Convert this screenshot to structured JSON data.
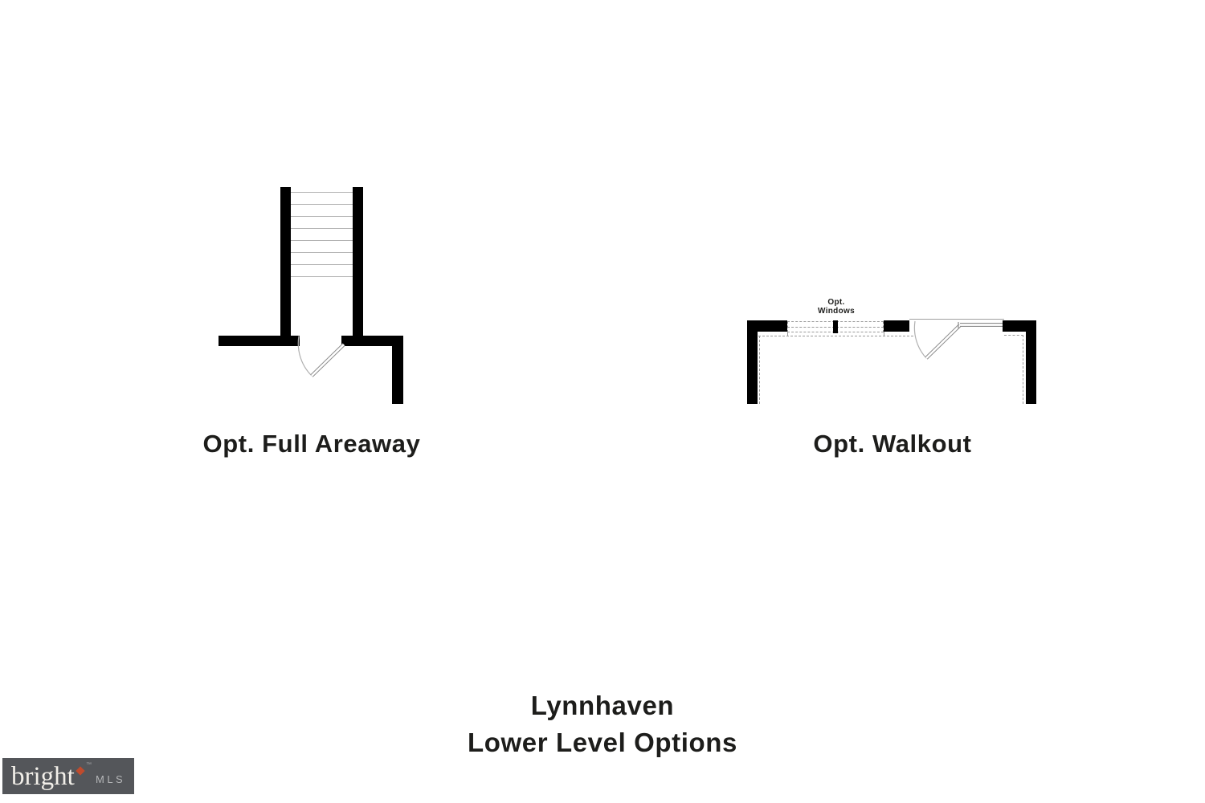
{
  "page": {
    "background": "#ffffff"
  },
  "areaway": {
    "label": "Opt. Full Areaway"
  },
  "walkout": {
    "label": "Opt. Walkout",
    "windows_label": {
      "line1": "Opt.",
      "line2": "Windows"
    }
  },
  "title": {
    "line1": "Lynnhaven",
    "line2": "Lower Level Options"
  },
  "watermark": {
    "brand": "bright",
    "tm": "™",
    "suffix": "MLS"
  },
  "colors": {
    "wall": "#000000",
    "thin_line": "#9f9f9f",
    "dashed_line": "#9a9a9a",
    "text": "#1d1d1b",
    "logo_background": "#54565a",
    "logo_brand_text": "#f2efe9",
    "logo_accent_diamond": "#bf4b2d",
    "logo_suffix_text": "#b5b6b8"
  }
}
